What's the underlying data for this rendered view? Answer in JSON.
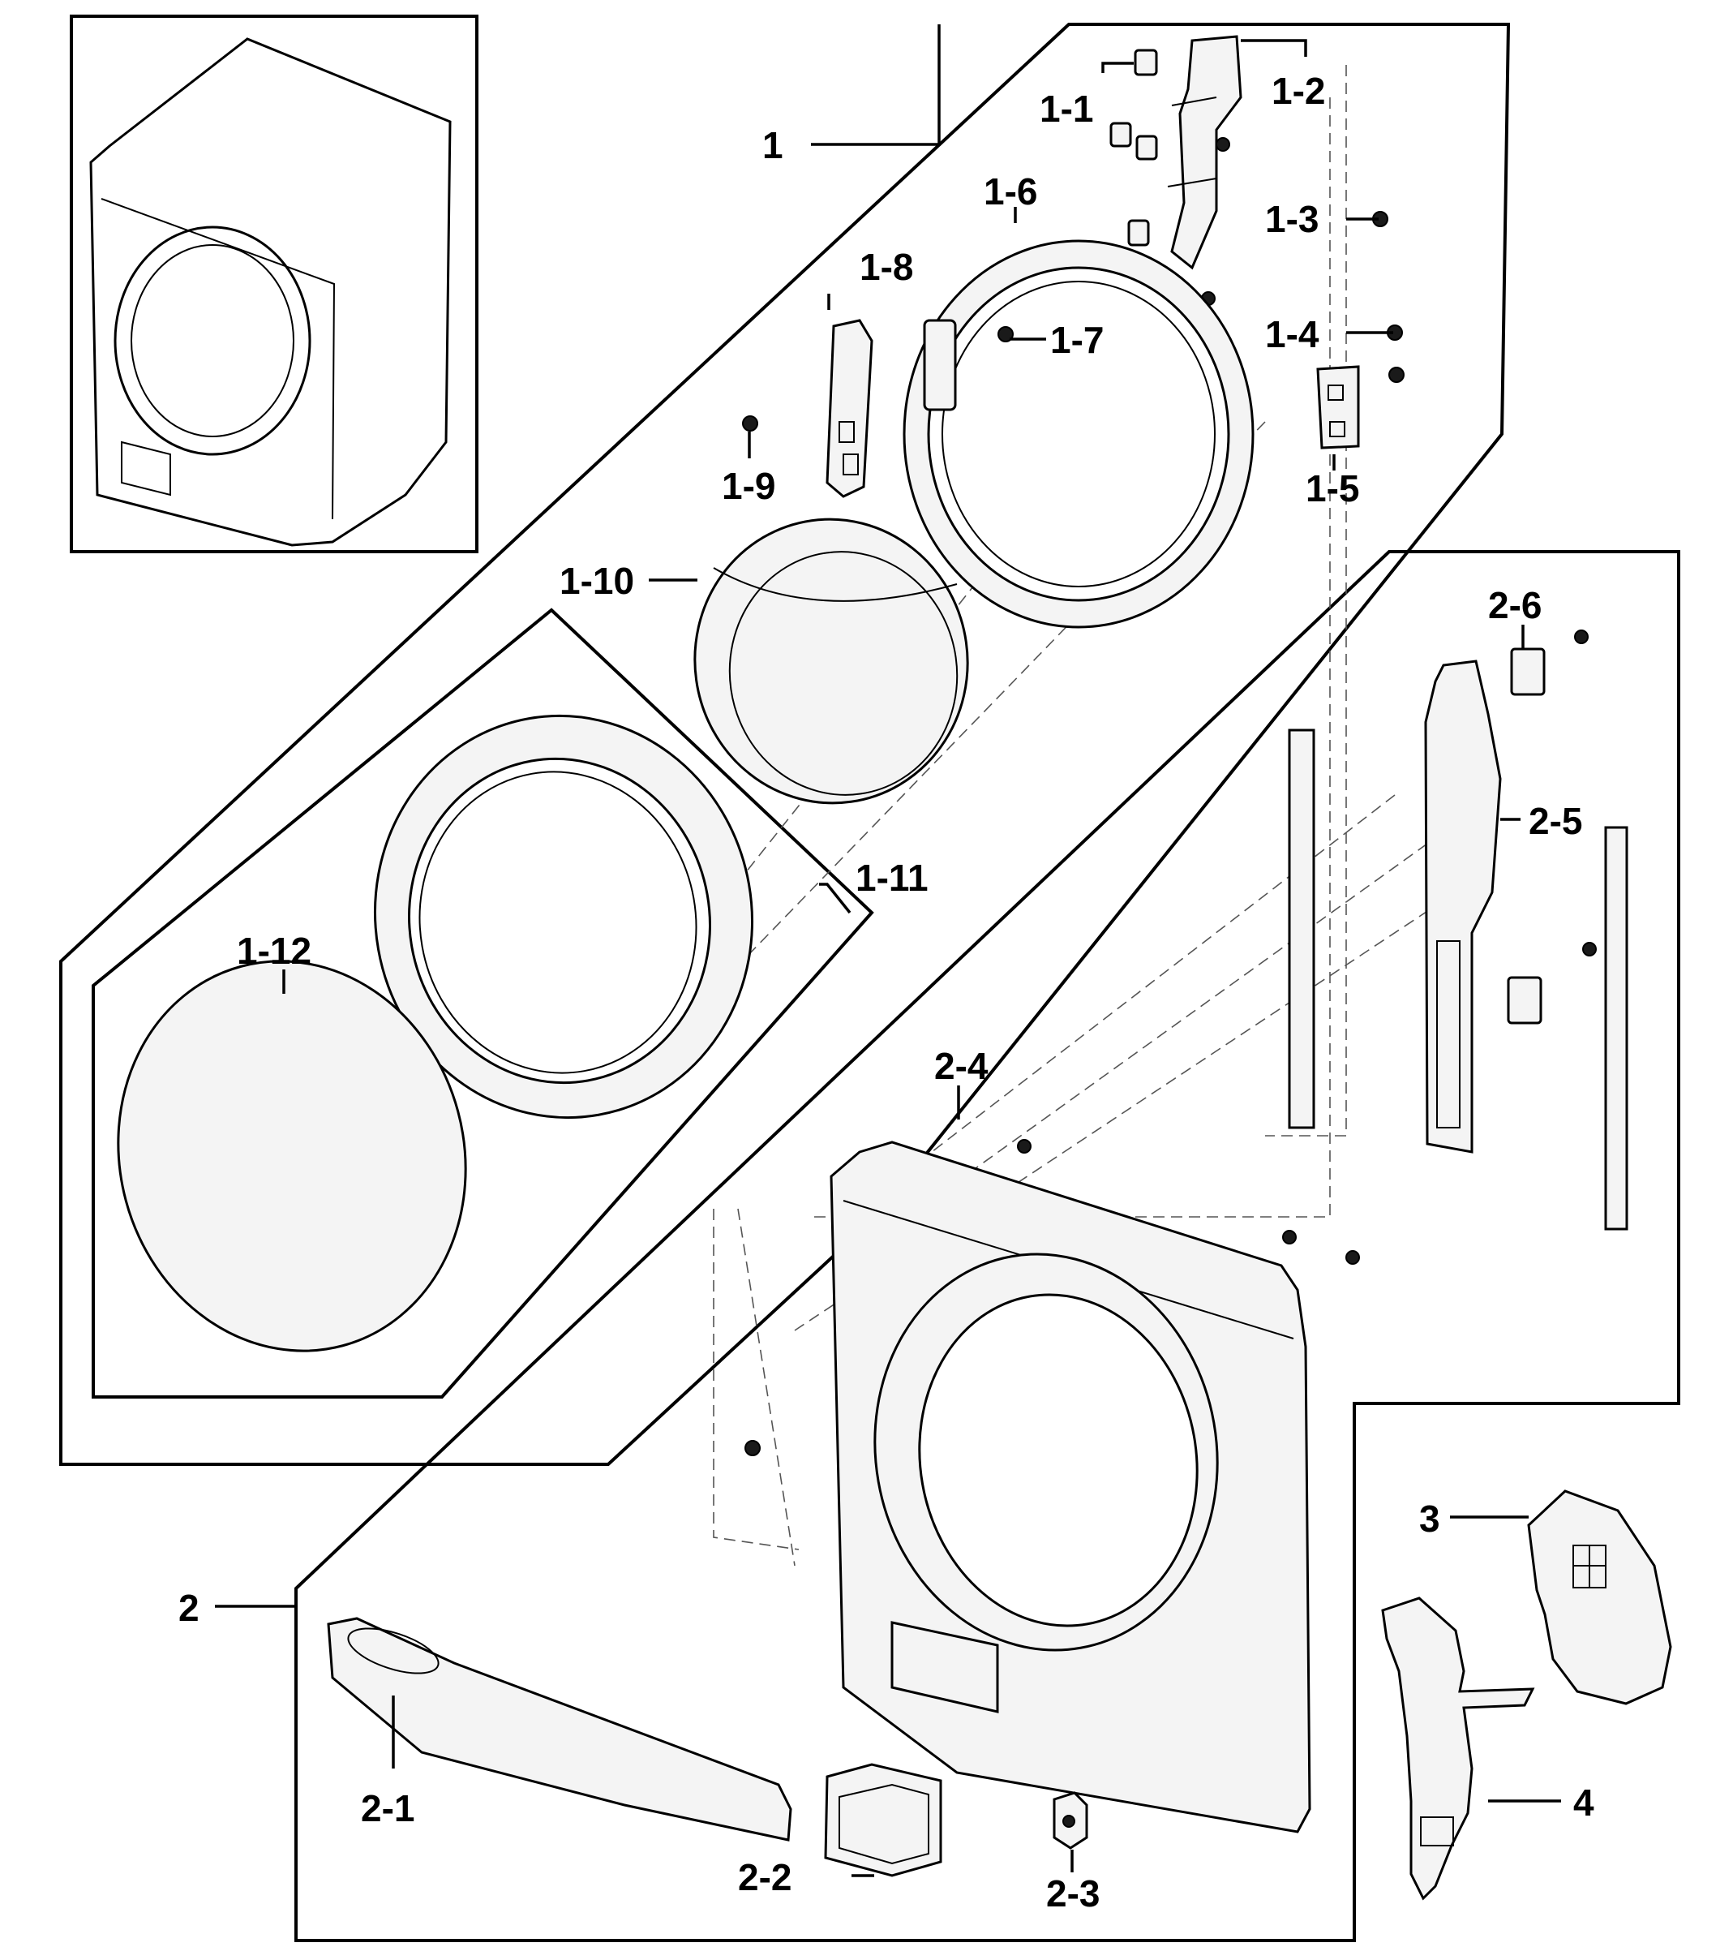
{
  "callouts": {
    "c1": "1",
    "c1_1": "1-1",
    "c1_2": "1-2",
    "c1_3": "1-3",
    "c1_4": "1-4",
    "c1_5": "1-5",
    "c1_6": "1-6",
    "c1_7": "1-7",
    "c1_8": "1-8",
    "c1_9": "1-9",
    "c1_10": "1-10",
    "c1_11": "1-11",
    "c1_12": "1-12",
    "c2": "2",
    "c2_1": "2-1",
    "c2_2": "2-2",
    "c2_3": "2-3",
    "c2_4": "2-4",
    "c2_5": "2-5",
    "c2_6": "2-6",
    "c3": "3",
    "c4": "4"
  }
}
